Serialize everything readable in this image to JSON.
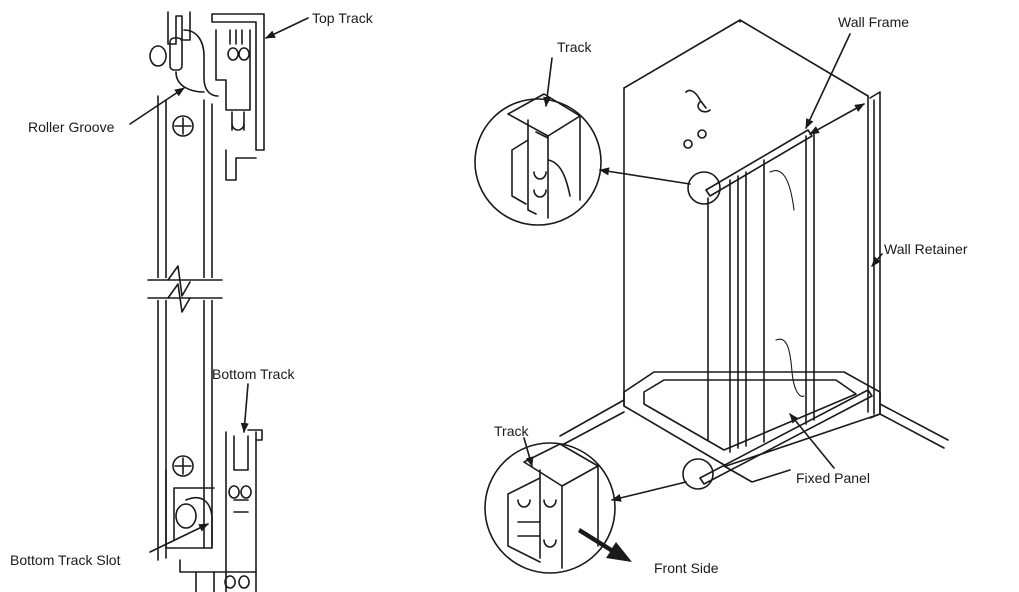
{
  "labels": {
    "top_track": "Top Track",
    "roller_groove": "Roller Groove",
    "bottom_track": "Bottom Track",
    "bottom_track_slot": "Bottom Track Slot",
    "track_upper": "Track",
    "wall_frame": "Wall Frame",
    "wall_retainer": "Wall Retainer",
    "track_lower": "Track",
    "fixed_panel": "Fixed Panel",
    "front_side": "Front Side"
  }
}
